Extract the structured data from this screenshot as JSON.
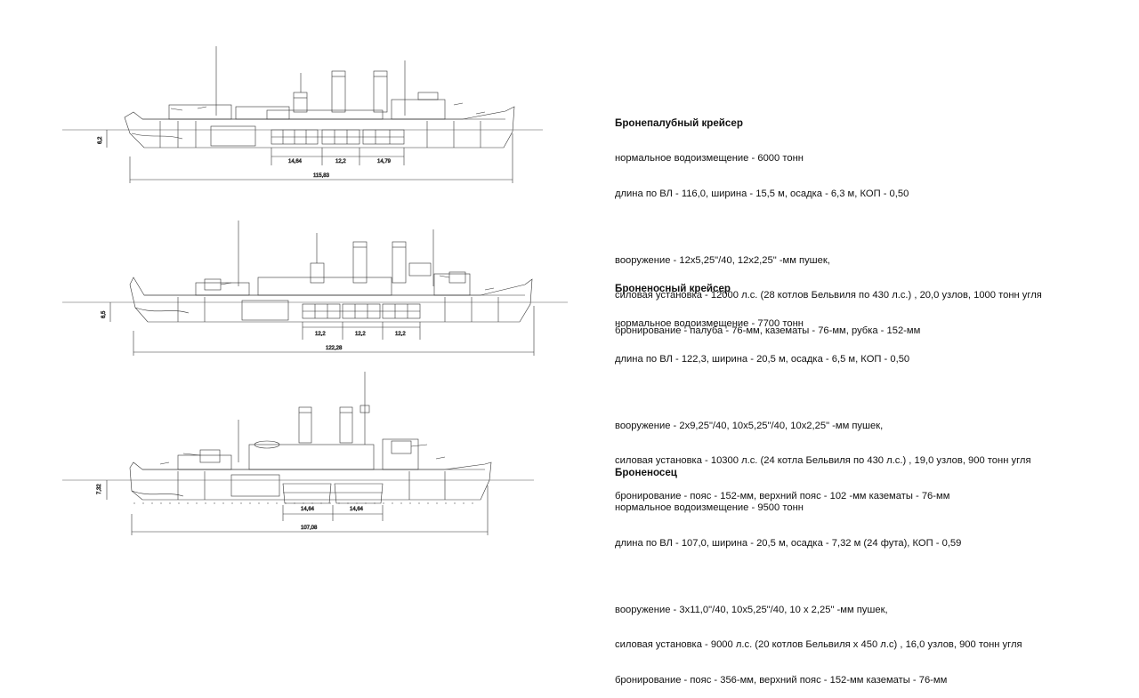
{
  "ships": [
    {
      "name": "Бронепалубный крейсер",
      "displacement": "нормальное водоизмещение - 6000 тонн",
      "dimensions": "длина по ВЛ - 116,0, ширина - 15,5 м, осадка - 6,3 м, КОП - 0,50",
      "armament": "вооружение - 12х5,25\"/40, 12х2,25\" -мм пушек,",
      "powerplant": "силовая установка - 12000 л.с. (28 котлов Бельвиля по 430 л.с.) , 20,0 узлов, 1000 тонн угля",
      "armor": "бронирование - палуба - 76-мм, казематы - 76-мм, рубка - 152-мм",
      "drawing_dims": {
        "draft": "6,2",
        "compartments": [
          "14,64",
          "12,2",
          "14,79"
        ],
        "length": "115,83"
      }
    },
    {
      "name": "Броненосный крейсер",
      "displacement": "нормальное водоизмещение - 7700 тонн",
      "dimensions": "длина по ВЛ - 122,3, ширина - 20,5 м, осадка - 6,5 м, КОП - 0,50",
      "armament": "вооружение - 2х9,25\"/40, 10х5,25\"/40, 10х2,25\" -мм пушек,",
      "powerplant": "силовая установка - 10300 л.с. (24 котла Бельвиля по 430 л.с.) , 19,0 узлов, 900 тонн угля",
      "armor": "бронирование - пояс - 152-мм, верхний пояс - 102 -мм казематы - 76-мм",
      "drawing_dims": {
        "draft": "6,5",
        "compartments": [
          "12,2",
          "12,2",
          "12,2"
        ],
        "length": "122,28"
      }
    },
    {
      "name": "Броненосец",
      "displacement": "нормальное водоизмещение - 9500 тонн",
      "dimensions": "длина по ВЛ - 107,0, ширина - 20,5 м, осадка - 7,32 м (24 фута), КОП - 0,59",
      "armament": "вооружение - 3х11,0\"/40, 10х5,25\"/40, 10 х 2,25\" -мм пушек,",
      "powerplant": "силовая установка - 9000 л.с. (20 котлов Бельвиля х 450 л.с) , 16,0 узлов, 900 тонн угля",
      "armor": "бронирование - пояс - 356-мм, верхний пояс - 152-мм казематы - 76-мм",
      "drawing_dims": {
        "draft": "7,32",
        "compartments": [
          "14,64",
          "14,64"
        ],
        "length": "107,08"
      }
    }
  ]
}
